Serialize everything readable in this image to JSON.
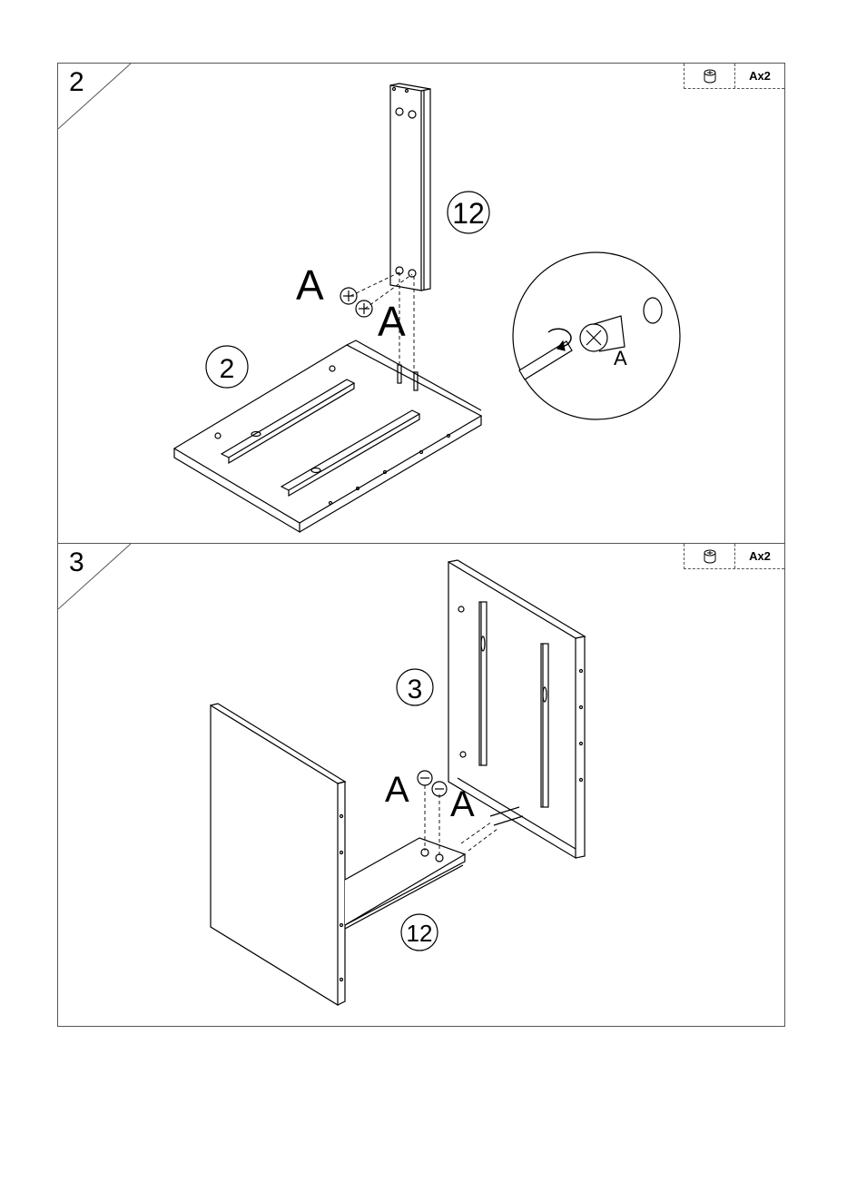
{
  "steps": [
    {
      "number": "2",
      "parts_label": "Ax2",
      "fitting_icon": "cam-lock-icon",
      "labels": {
        "panel_top": "12",
        "panel_base": "2",
        "fitting_a1": "A",
        "fitting_a2": "A",
        "detail_a": "A"
      }
    },
    {
      "number": "3",
      "parts_label": "Ax2",
      "fitting_icon": "cam-lock-icon",
      "labels": {
        "panel_side": "3",
        "panel_rail": "12",
        "fitting_a1": "A",
        "fitting_a2": "A"
      }
    }
  ],
  "colors": {
    "line": "#000000",
    "frame": "#555555",
    "background": "#ffffff"
  }
}
